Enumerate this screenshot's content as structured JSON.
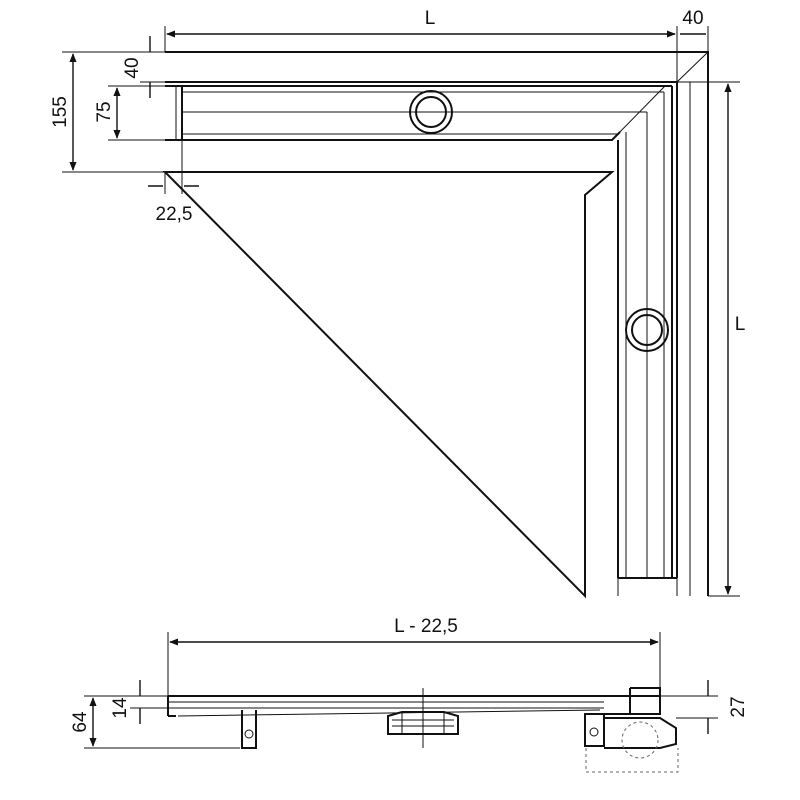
{
  "top_view": {
    "dim_length_top": "L",
    "dim_flange_top": "40",
    "dim_flange_left": "40",
    "dim_total_width": "155",
    "dim_channel_width": "75",
    "dim_offset": "22,5",
    "dim_length_right": "L"
  },
  "side_view": {
    "dim_length": "L - 22,5",
    "dim_height_total": "64",
    "dim_height_flange": "14",
    "dim_outlet_height": "27"
  }
}
